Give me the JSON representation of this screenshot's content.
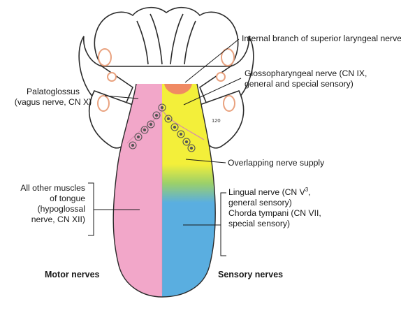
{
  "labels": {
    "internal_branch": "Internal branch of superior laryngeal nerve",
    "glossopharyngeal_l1": "Glossopharyngeal nerve (CN IX,",
    "glossopharyngeal_l2": "general and special sensory)",
    "palatoglossus_l1": "Palatoglossus",
    "palatoglossus_l2": "(vagus nerve, CN X)",
    "overlapping": "Overlapping nerve supply",
    "all_other_l1": "All other muscles",
    "all_other_l2": "of tongue",
    "all_other_l3": "(hypoglossal",
    "all_other_l4": "nerve, CN XII)",
    "lingual_l1_pre": "Lingual nerve (CN V",
    "lingual_l1_sup": "3",
    "lingual_l1_post": ",",
    "lingual_l2": "general sensory)",
    "chorda_l1": "Chorda tympani (CN VII,",
    "chorda_l2": "special sensory)",
    "motor": "Motor nerves",
    "sensory": "Sensory nerves",
    "figure_number": "120"
  },
  "colors": {
    "motor_region": "#f2a7c9",
    "sensory_anterior": "#5aaee0",
    "sensory_posterior": "#f3ef3a",
    "overlap": "#8cc76a",
    "laryngeal_spot": "#f08a63",
    "tonsil": "#e9a27f",
    "outline": "#2a2a2a"
  }
}
